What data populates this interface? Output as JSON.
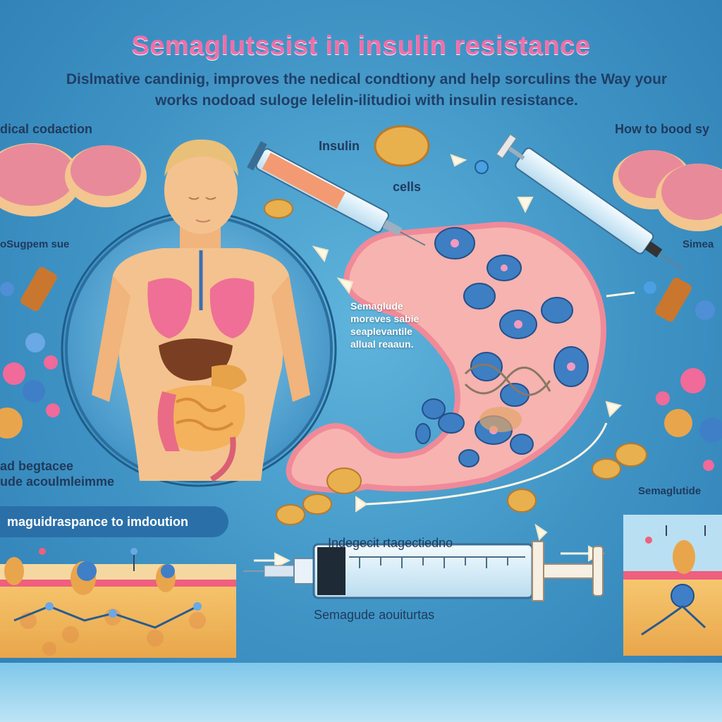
{
  "title": "Semaglutssist in insulin resistance",
  "subtitle": "Dislmative candinig, improves the nedical condtiony and help sorculins the Way your works nodoad suloge lelelin-ilitudioi with insulin resistance.",
  "labels": {
    "top_left": "dical codaction",
    "top_right": "How to bood sy",
    "insulin": "Insulin",
    "cells": "cells",
    "left_mid": "oSugpem sue",
    "right_mid": "Simea",
    "center_text": "Semaglude\nmoreves sabie\nseaplevantile\nallual reaaun.",
    "left_lower": "ad begtacee\nude acoulmleimme",
    "right_lower": "Semaglutide",
    "banner_left": "maguidraspance to imdoution",
    "mid_bottom": "Indegecit rtagectiedno",
    "syringe_caption": "Semagude aouiturtas"
  },
  "colors": {
    "background": "#3f93c4",
    "title": "#f06fa8",
    "text": "#1f3a5c",
    "stomach": "#f7a9a8",
    "skin": "#f4c28e"
  }
}
